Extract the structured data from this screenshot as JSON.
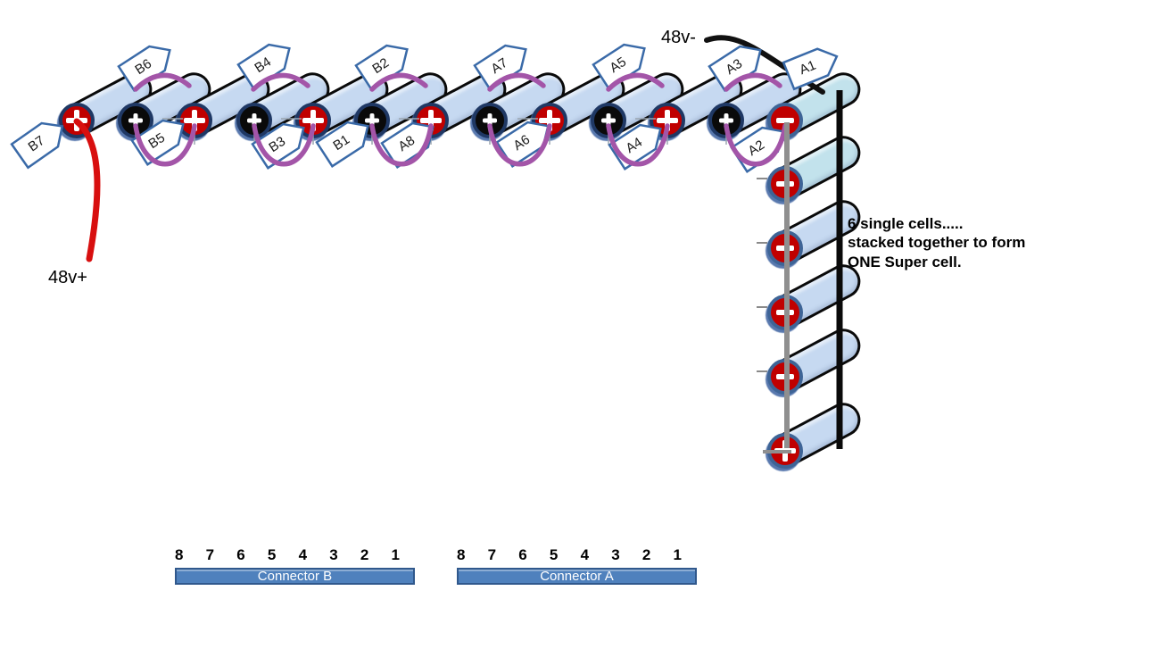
{
  "power_labels": {
    "positive": "48v+",
    "negative": "48v-"
  },
  "annotation": {
    "line1": "6 single cells.....",
    "line2": "stacked together to form",
    "line3": "ONE Super cell."
  },
  "tags": {
    "top": [
      "B6",
      "B4",
      "B2",
      "A7",
      "A5",
      "A3",
      "A1"
    ],
    "bottom": [
      "B7",
      "B5",
      "B3",
      "B1",
      "A8",
      "A6",
      "A4",
      "A2"
    ]
  },
  "connectors": [
    {
      "id": "B",
      "label": "Connector B",
      "pins": [
        "8",
        "7",
        "6",
        "5",
        "4",
        "3",
        "2",
        "1"
      ]
    },
    {
      "id": "A",
      "label": "Connector A",
      "pins": [
        "8",
        "7",
        "6",
        "5",
        "4",
        "3",
        "2",
        "1"
      ]
    }
  ],
  "colors": {
    "cell_body": "#c6d9f1",
    "cell_body_cyan": "#c2e2ec",
    "cap_red": "#c00000",
    "cap_black": "#0a0a0a",
    "cap_ring": "#1f3864",
    "cap_ring_stack": "#3e6496",
    "wire_purple": "#a355a8",
    "wire_red": "#d80f0f",
    "wire_black": "#111111",
    "rod_gray": "#8f8f8f",
    "leader_gray": "#9aa5b0",
    "connector_blue": "#4f81bd",
    "connector_border": "#30588c",
    "tag_border": "#3a6aa8"
  }
}
